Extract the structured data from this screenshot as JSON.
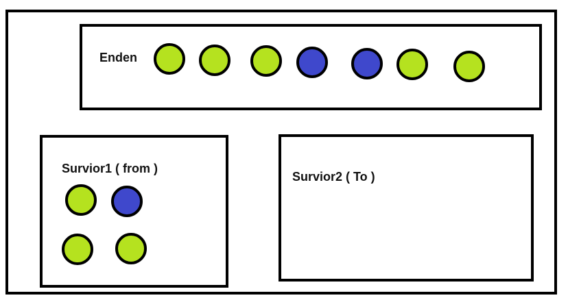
{
  "colors": {
    "young": "#b5e21f",
    "old": "#3f48cc",
    "stroke": "#000000"
  },
  "eden": {
    "label": "Enden",
    "objects": [
      "young",
      "young",
      "young",
      "old",
      "old",
      "young",
      "young"
    ]
  },
  "survivor1": {
    "label": "Survior1 ( from )",
    "objects": [
      "young",
      "old",
      "young",
      "young"
    ]
  },
  "survivor2": {
    "label": "Survior2 ( To )",
    "objects": []
  }
}
